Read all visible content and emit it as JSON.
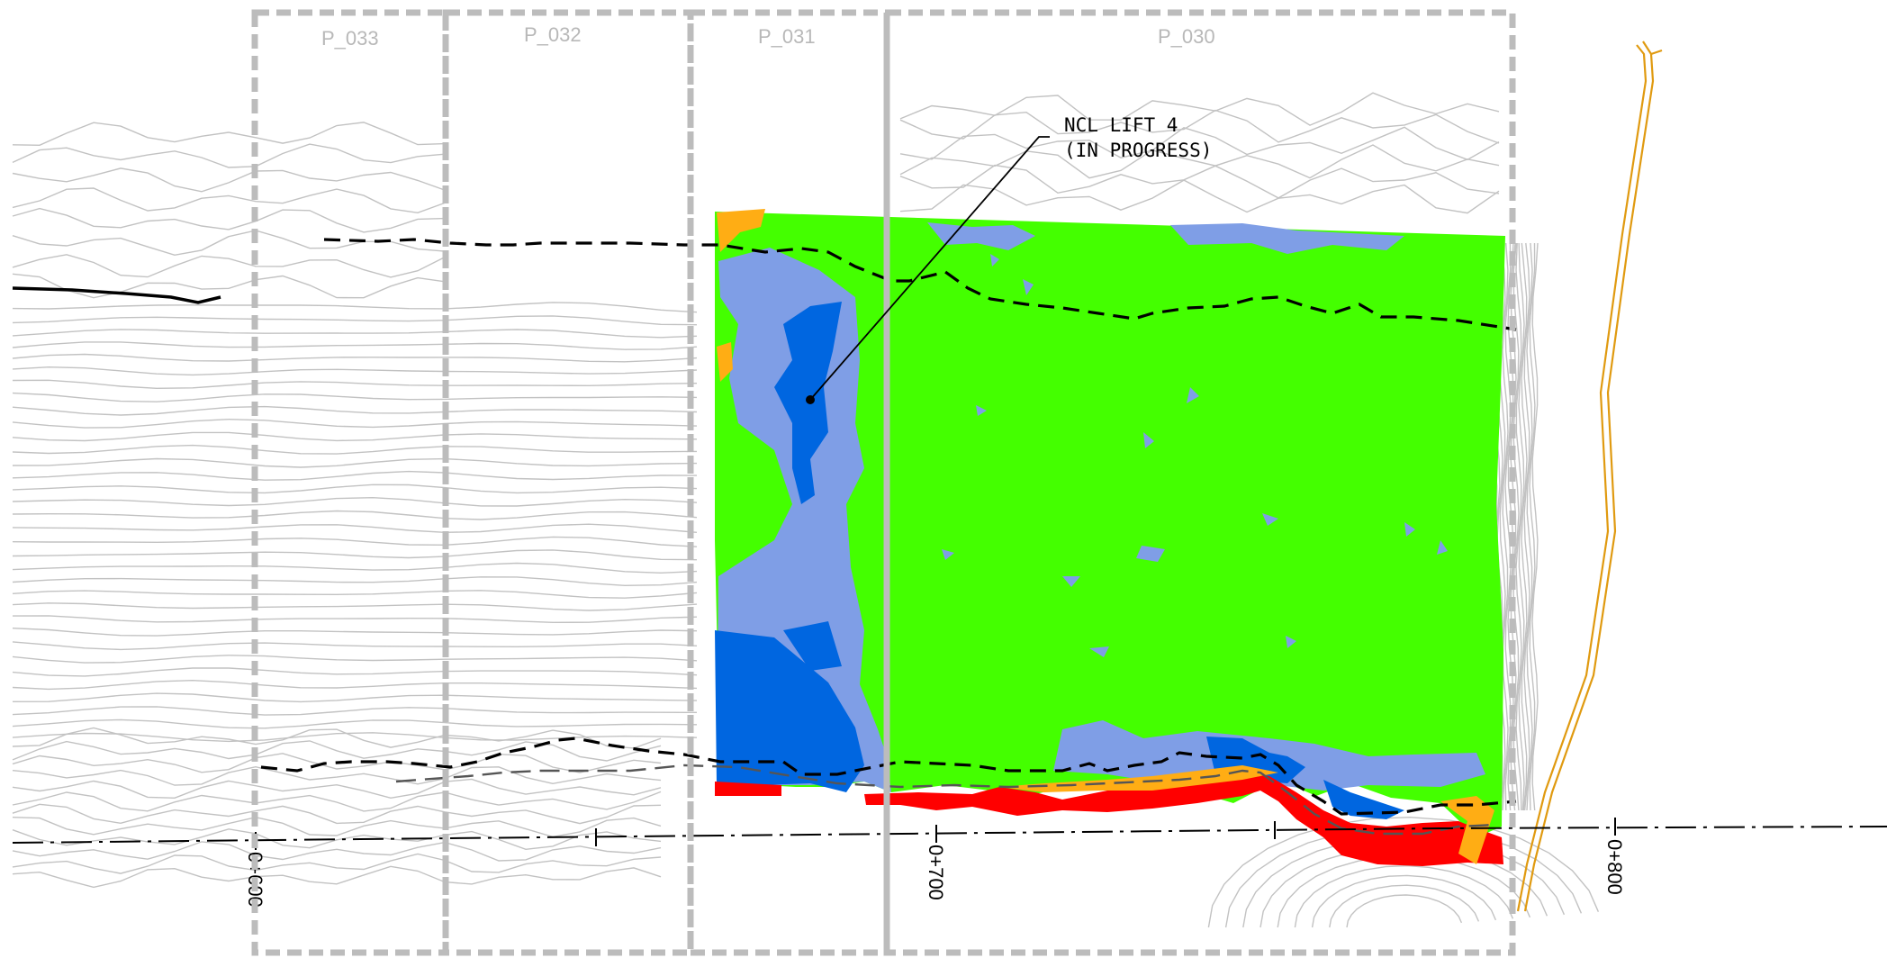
{
  "panels": [
    {
      "label": "P_033"
    },
    {
      "label": "P_032"
    },
    {
      "label": "P_031"
    },
    {
      "label": "P_030"
    }
  ],
  "callout": {
    "line1": "NCL LIFT 4",
    "line2": "(IN PROGRESS)"
  },
  "chainages": [
    {
      "label": "0+600"
    },
    {
      "label": "0+700"
    },
    {
      "label": "0+800"
    }
  ],
  "colors": {
    "panel_border": "#bcbcbc",
    "contour": "#bdbdbd",
    "fill_green": "#44ff00",
    "fill_lightblue": "#7f9ee6",
    "fill_darkblue": "#0066e0",
    "fill_red": "#ff0000",
    "fill_orange": "#ffad14",
    "haul_road": "#e09a10",
    "boundary_line": "#000000"
  }
}
